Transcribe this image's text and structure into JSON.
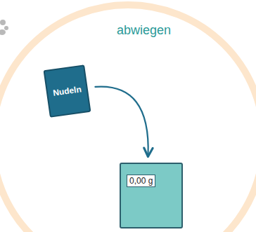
{
  "diagram": {
    "title": "abwiegen",
    "nodes": [
      {
        "text": [
          "Nudeln"
        ]
      },
      {
        "text": [
          "0,00 g"
        ]
      }
    ],
    "edges": [
      {
        "from": 0,
        "to": 1,
        "arrow": "to"
      }
    ]
  }
}
